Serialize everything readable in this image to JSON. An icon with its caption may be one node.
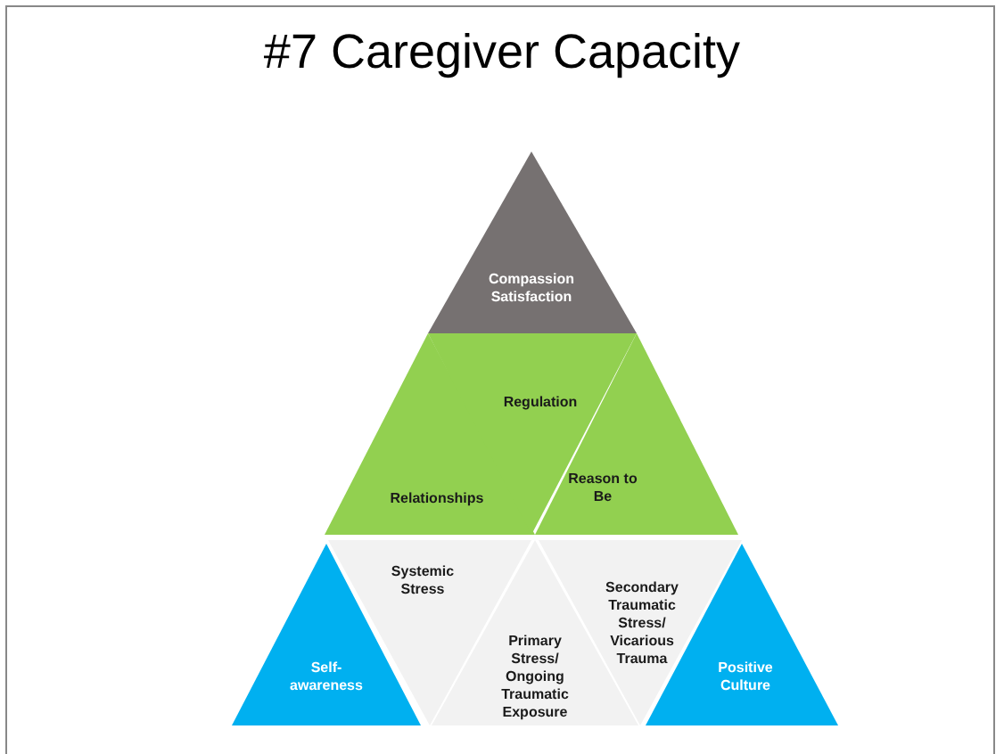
{
  "diagram": {
    "title": "#7 Caregiver Capacity",
    "nodes": [
      {
        "text": [
          "Compassion Satisfaction"
        ]
      },
      {
        "text": [
          "Relationships"
        ]
      },
      {
        "text": [
          "Regulation"
        ]
      },
      {
        "text": [
          "Reason to Be"
        ]
      },
      {
        "text": [
          "Self-awareness"
        ]
      },
      {
        "text": [
          "Systemic Stress"
        ]
      },
      {
        "text": [
          "Primary Stress/ Ongoing Traumatic Exposure"
        ]
      },
      {
        "text": [
          "Secondary Traumatic Stress/ Vicarious Trauma"
        ]
      },
      {
        "text": [
          "Positive Culture"
        ]
      }
    ]
  }
}
